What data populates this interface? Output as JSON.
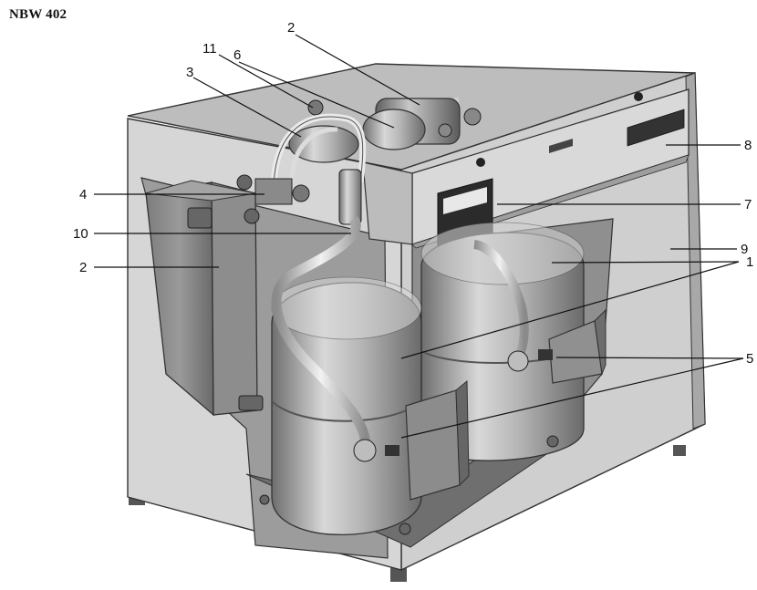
{
  "title": "NBW 402",
  "labels": {
    "l1": "1",
    "l2_top": "2",
    "l2_left": "2",
    "l3": "3",
    "l4": "4",
    "l5": "5",
    "l6": "6",
    "l7": "7",
    "l8": "8",
    "l9": "9",
    "l10": "10",
    "l11": "11"
  },
  "colors": {
    "cabinet_face": "#d4d4d4",
    "cabinet_top": "#b8b8b8",
    "compressor": "#a9a9a9",
    "background": "#ffffff"
  }
}
